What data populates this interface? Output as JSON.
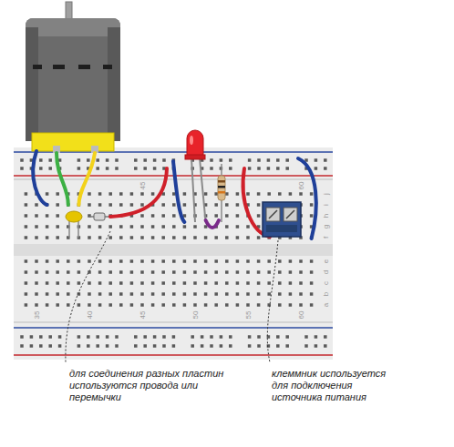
{
  "diagram": {
    "labels": [
      "45",
      "60",
      "j",
      "i",
      "h",
      "g",
      "f",
      "e",
      "d",
      "c",
      "b",
      "a",
      "35",
      "40",
      "45",
      "50",
      "55",
      "60",
      "для соединения разных пластин используются провода или перемычки",
      "клеммник используется для подключения источника питания"
    ]
  }
}
